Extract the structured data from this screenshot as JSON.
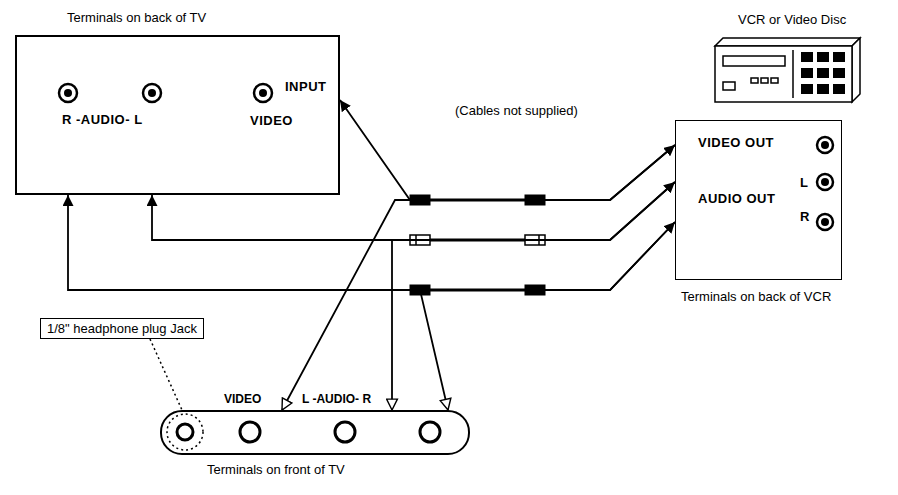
{
  "diagram": {
    "nodes": [
      {
        "text": [
          "Terminals on back of TV",
          "R -AUDIO- L",
          "VIDEO",
          "INPUT"
        ]
      },
      {
        "text": [
          "VIDEO OUT",
          "L",
          "AUDIO OUT",
          "R",
          "Terminals on back of VCR"
        ]
      },
      {
        "text": [
          "1/8\" headphone plug Jack"
        ]
      },
      {
        "text": [
          "VIDEO",
          "L -AUDIO- R",
          "Terminals on front of TV"
        ]
      }
    ],
    "edges": [
      {
        "from": 0,
        "to": 1,
        "arrow": "both"
      },
      {
        "from": 0,
        "to": 1,
        "arrow": "both"
      },
      {
        "from": 0,
        "to": 1,
        "arrow": "both"
      },
      {
        "from": 1,
        "to": 3,
        "arrow": "to"
      },
      {
        "from": 1,
        "to": 3,
        "arrow": "to"
      },
      {
        "from": 1,
        "to": 3,
        "arrow": "to"
      },
      {
        "from": 2,
        "to": 3,
        "arrow": "none"
      }
    ],
    "labels": [
      "VCR or Video Disc",
      "(Cables not supplied)"
    ]
  }
}
